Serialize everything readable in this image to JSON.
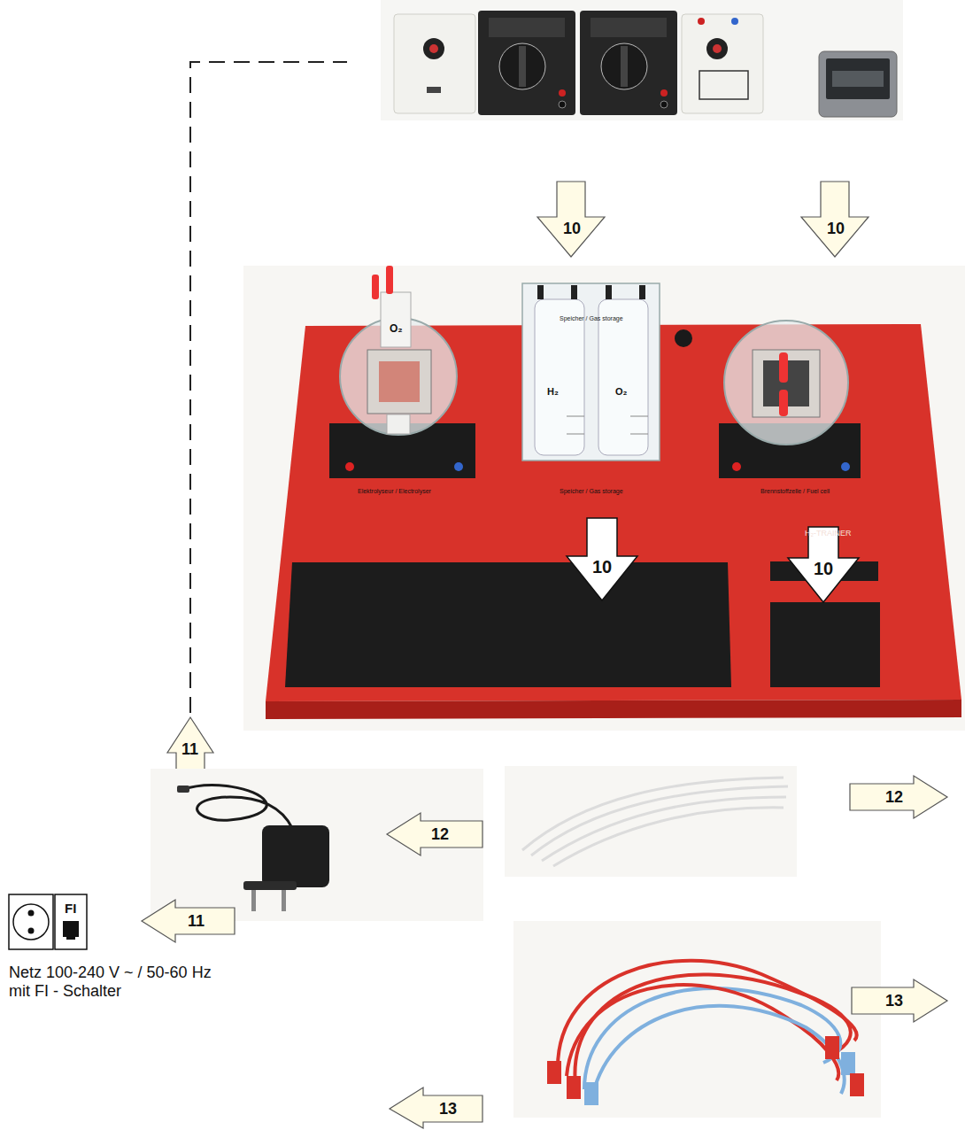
{
  "diagram": {
    "labels": [
      "10",
      "10",
      "10",
      "10",
      "11",
      "12",
      "12",
      "FI",
      "11",
      "Netz 100-240 V ~ / 50-60 Hz mit FI - Schalter",
      "13",
      "13",
      "O₂",
      "Speicher / Gas storage",
      "H₂",
      "O₂",
      "Elektrolyseur / Electrolyser",
      "Speicher / Gas storage",
      "Brennstoffzelle / Fuel cell",
      "H₂-TRAINER"
    ]
  }
}
